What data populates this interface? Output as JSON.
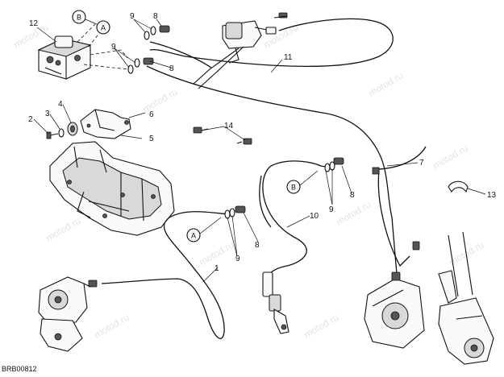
{
  "watermark": "motod.ru",
  "drawing_code": "BRB00812",
  "refs": {
    "a": "A",
    "b": "B"
  },
  "callouts": {
    "n1": "1",
    "n2": "2",
    "n3": "3",
    "n4": "4",
    "n5": "5",
    "n6": "6",
    "n7": "7",
    "n8": "8",
    "n9": "9",
    "n10": "10",
    "n11": "11",
    "n12": "12",
    "n13": "13",
    "n14": "14"
  }
}
